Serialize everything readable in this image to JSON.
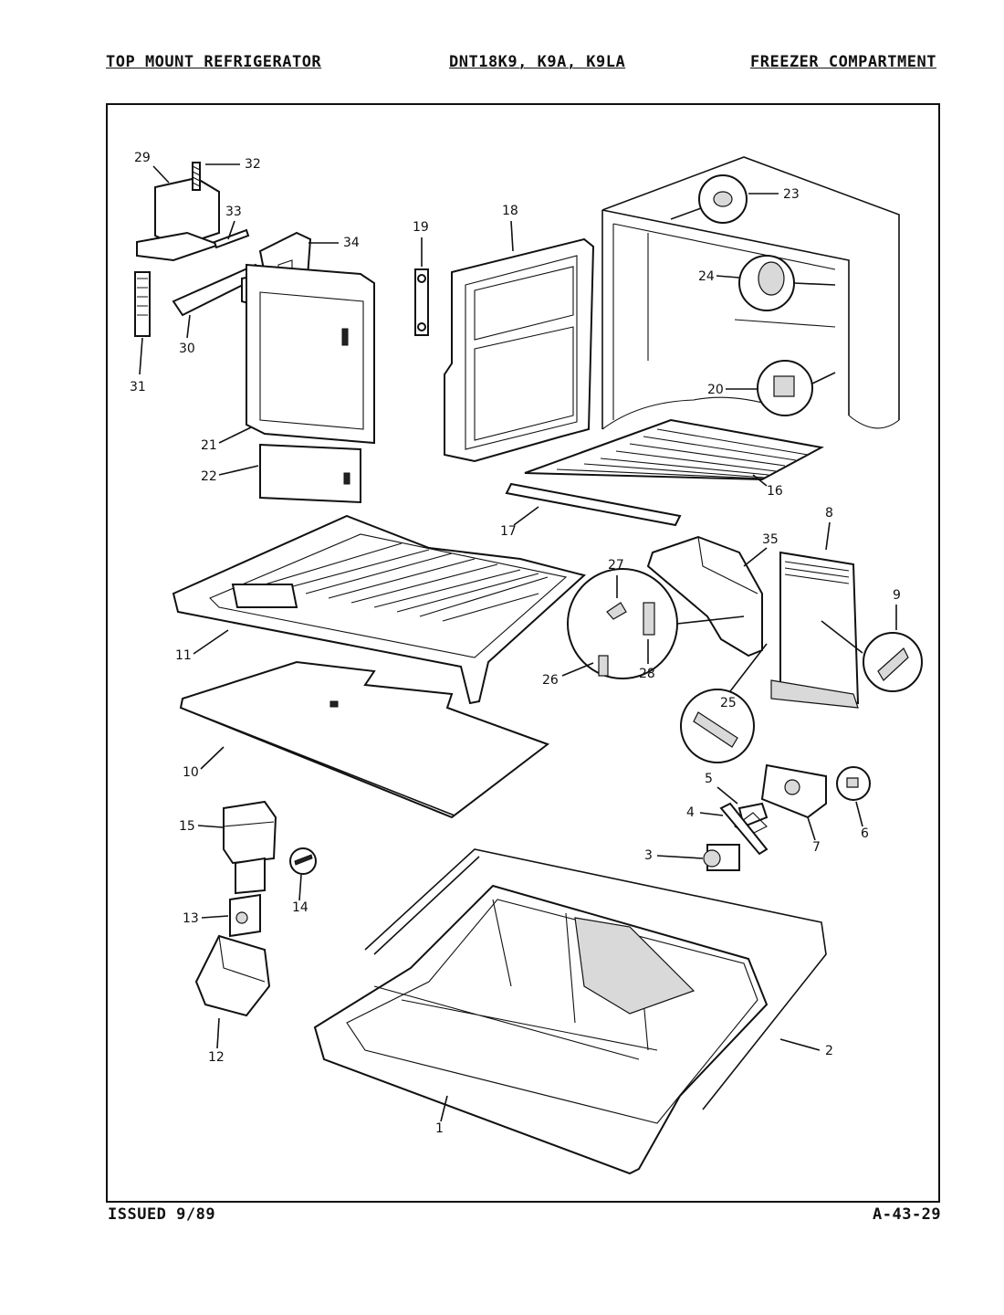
{
  "header": {
    "left": "TOP MOUNT REFRIGERATOR",
    "center": "DNT18K9, K9A, K9LA",
    "right": "FREEZER COMPARTMENT"
  },
  "footer": {
    "issued": "ISSUED 9/89",
    "code": "A-43-29"
  },
  "callouts": [
    "1",
    "2",
    "3",
    "4",
    "5",
    "6",
    "7",
    "8",
    "9",
    "10",
    "11",
    "12",
    "13",
    "14",
    "15",
    "16",
    "17",
    "18",
    "19",
    "20",
    "21",
    "22",
    "23",
    "24",
    "25",
    "26",
    "27",
    "28",
    "29",
    "30",
    "31",
    "32",
    "33",
    "34",
    "35"
  ]
}
